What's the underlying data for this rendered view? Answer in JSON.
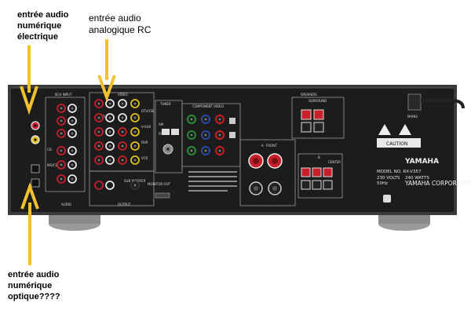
{
  "annotations": {
    "digital_electric": [
      "entrée audio",
      "numérique",
      "électrique"
    ],
    "analog_rca": [
      "entrée audio",
      "analogique RC"
    ],
    "digital_optical": [
      "entrée audio",
      "numérique",
      "optique????"
    ]
  },
  "panel": {
    "sections": {
      "input": "8CH INPUT",
      "video": "VIDEO",
      "tuner": "TUNER",
      "component_video": "COMPONENT VIDEO",
      "speakers": "SPEAKERS",
      "surround": "SURROUND",
      "front_a": "A",
      "front_b": "B",
      "front_label": "FRONT",
      "center": "CENTER",
      "audio": "AUDIO",
      "output": "OUTPUT",
      "sub_woofer": "SUB WOOFER",
      "monitor_out": "MONITOR OUT",
      "mains": "MAINS",
      "caution": "CAUTION"
    },
    "jack_labels": [
      "DVD",
      "DTV/CBL",
      "V-AUX",
      "DVR",
      "VCR",
      "CD",
      "MD/CD-R",
      "AM",
      "FM"
    ],
    "brand": "YAMAHA",
    "model": "MODEL NO. RX-V357",
    "power": "230 VOLTS",
    "frequency": "50Hz",
    "watts": "240 WATTS",
    "corporation": "YAMAHA CORPORATION"
  },
  "colors": {
    "arrow": "#f2c12e",
    "chassis": "#1c1c1c",
    "jack_red": "#c8202a",
    "jack_white": "#e8e8e8",
    "jack_yellow": "#e0c020",
    "jack_green": "#2a8a3a",
    "jack_blue": "#2a4aa8"
  }
}
